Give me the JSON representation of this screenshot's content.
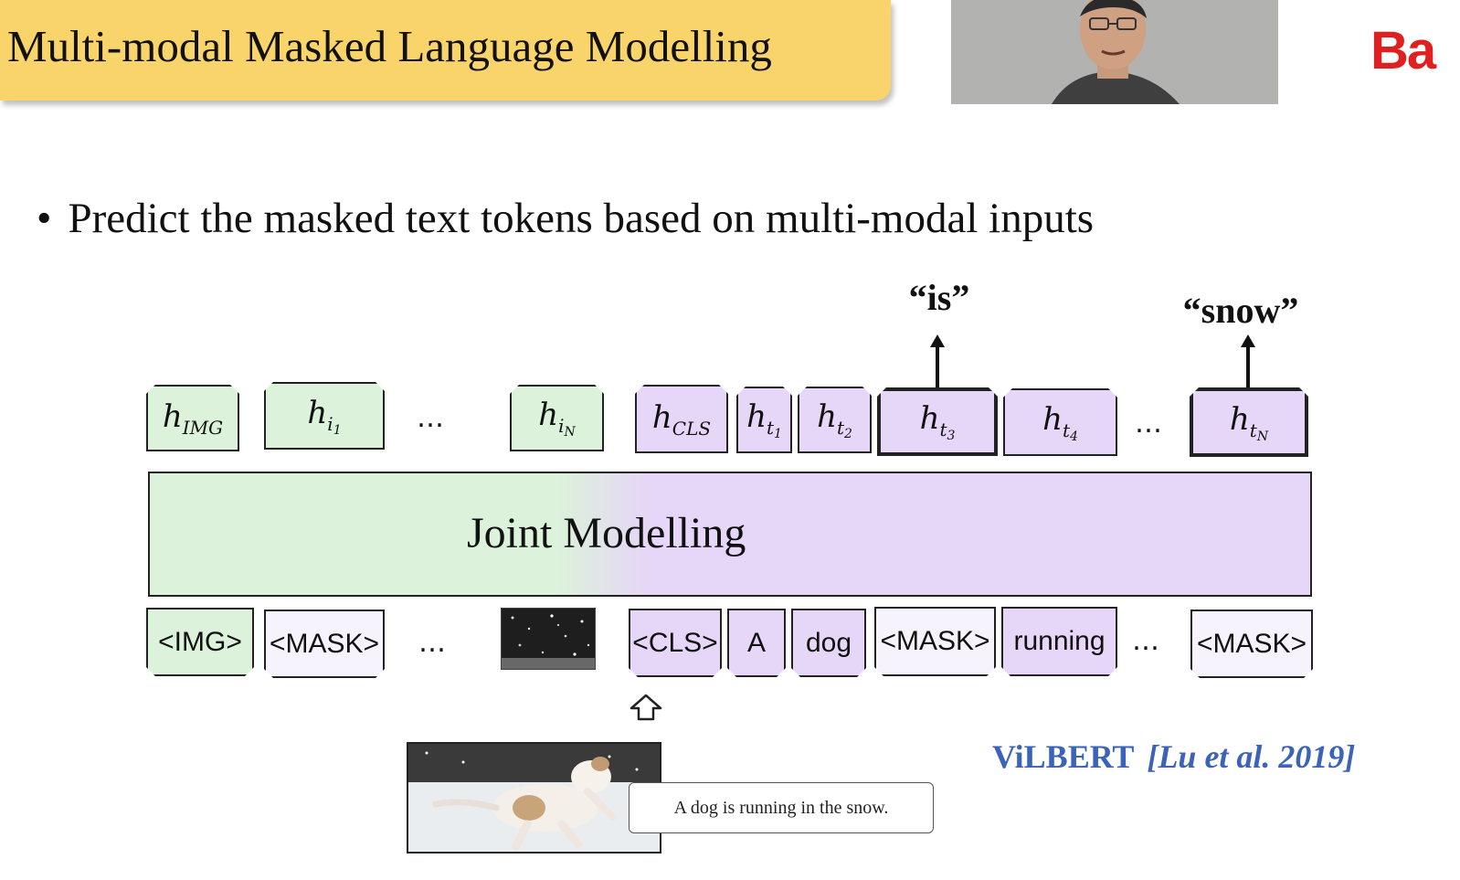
{
  "slide": {
    "title": "Multi-modal Masked Language Modelling",
    "bullet": "Predict the masked text tokens based on multi-modal inputs",
    "logo_text": "Ba"
  },
  "diagram": {
    "outputs": [
      {
        "label": "“is”"
      },
      {
        "label": "“snow”"
      }
    ],
    "hidden_tokens": [
      {
        "base": "h",
        "sub": "IMG"
      },
      {
        "base": "h",
        "sub": "i",
        "subsub": "1"
      },
      {
        "base": "h",
        "sub": "i",
        "subsub": "N"
      },
      {
        "base": "h",
        "sub": "CLS"
      },
      {
        "base": "h",
        "sub": "t",
        "subsub": "1"
      },
      {
        "base": "h",
        "sub": "t",
        "subsub": "2"
      },
      {
        "base": "h",
        "sub": "t",
        "subsub": "3"
      },
      {
        "base": "h",
        "sub": "t",
        "subsub": "4"
      },
      {
        "base": "h",
        "sub": "t",
        "subsub": "N"
      }
    ],
    "ellipsis": "…",
    "joint_label": "Joint Modelling",
    "input_tokens": [
      "<IMG>",
      "<MASK>",
      "<CLS>",
      "A",
      "dog",
      "<MASK>",
      "running",
      "<MASK>"
    ],
    "caption": "A dog is running in the snow.",
    "citation_model": "ViLBERT",
    "citation_ref": "[Lu et al. 2019]"
  },
  "colors": {
    "banner": "#f9d46a",
    "image_token": "#dcf2da",
    "text_token": "#e6d6f7",
    "citation": "#3b63b8"
  }
}
